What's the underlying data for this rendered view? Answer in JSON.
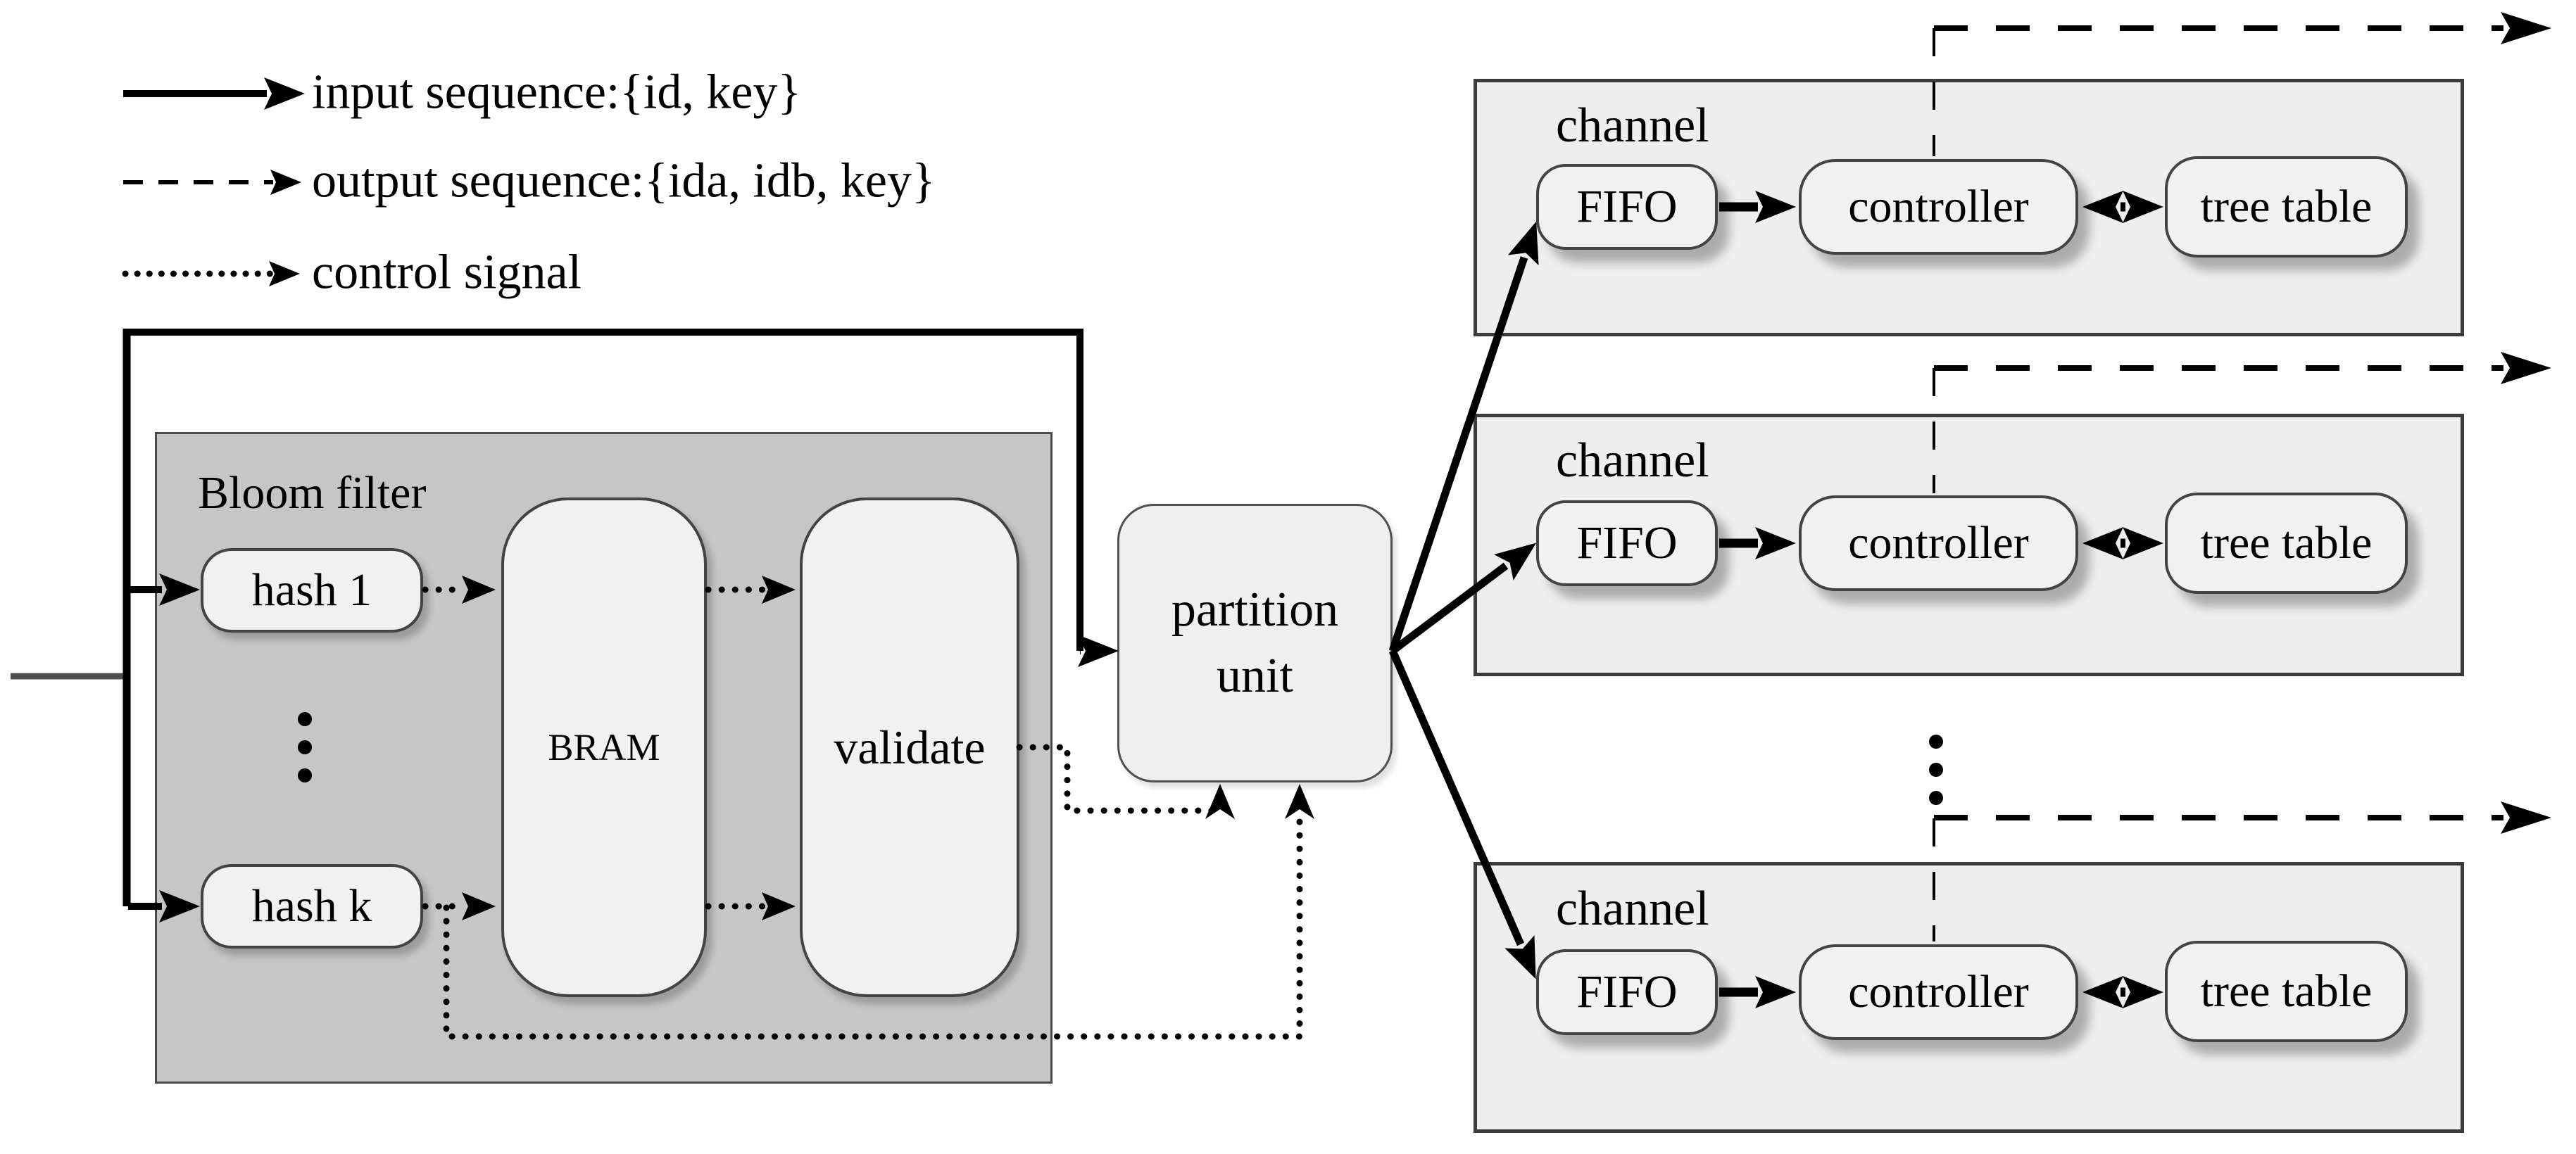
{
  "figure": {
    "type": "block-diagram",
    "subject": "Bloom filter partitioning architecture"
  },
  "legend": {
    "items": [
      {
        "id": "input-sequence",
        "line_style": "solid",
        "label": "input sequence:{id, key}"
      },
      {
        "id": "output-sequence",
        "line_style": "dashed",
        "label": "output sequence:{ida, idb, key}"
      },
      {
        "id": "control-signal",
        "line_style": "dotted",
        "label": "control signal"
      }
    ]
  },
  "bloom_filter": {
    "title": "Bloom filter",
    "nodes": {
      "hash1": "hash 1",
      "hash_k": "hash k",
      "bram": "BRAM",
      "validate": "validate"
    }
  },
  "partition_unit": {
    "label_line1": "partition",
    "label_line2": "unit"
  },
  "channels": [
    {
      "label": "channel",
      "nodes": {
        "fifo": "FIFO",
        "controller": "controller",
        "tree_table": "tree table"
      }
    },
    {
      "label": "channel",
      "nodes": {
        "fifo": "FIFO",
        "controller": "controller",
        "tree_table": "tree table"
      }
    },
    {
      "label": "channel",
      "nodes": {
        "fifo": "FIFO",
        "controller": "controller",
        "tree_table": "tree table"
      }
    }
  ],
  "colors": {
    "bloom_fill": "#c6c6c6",
    "node_fill": "#f1f1f1",
    "channel_fill": "#eeeeee",
    "partition_fill": "#efefef",
    "line": "#000000",
    "input_stub": "#4f4f4f",
    "border_dark": "#3c3c3c",
    "node_border": "#434343"
  }
}
